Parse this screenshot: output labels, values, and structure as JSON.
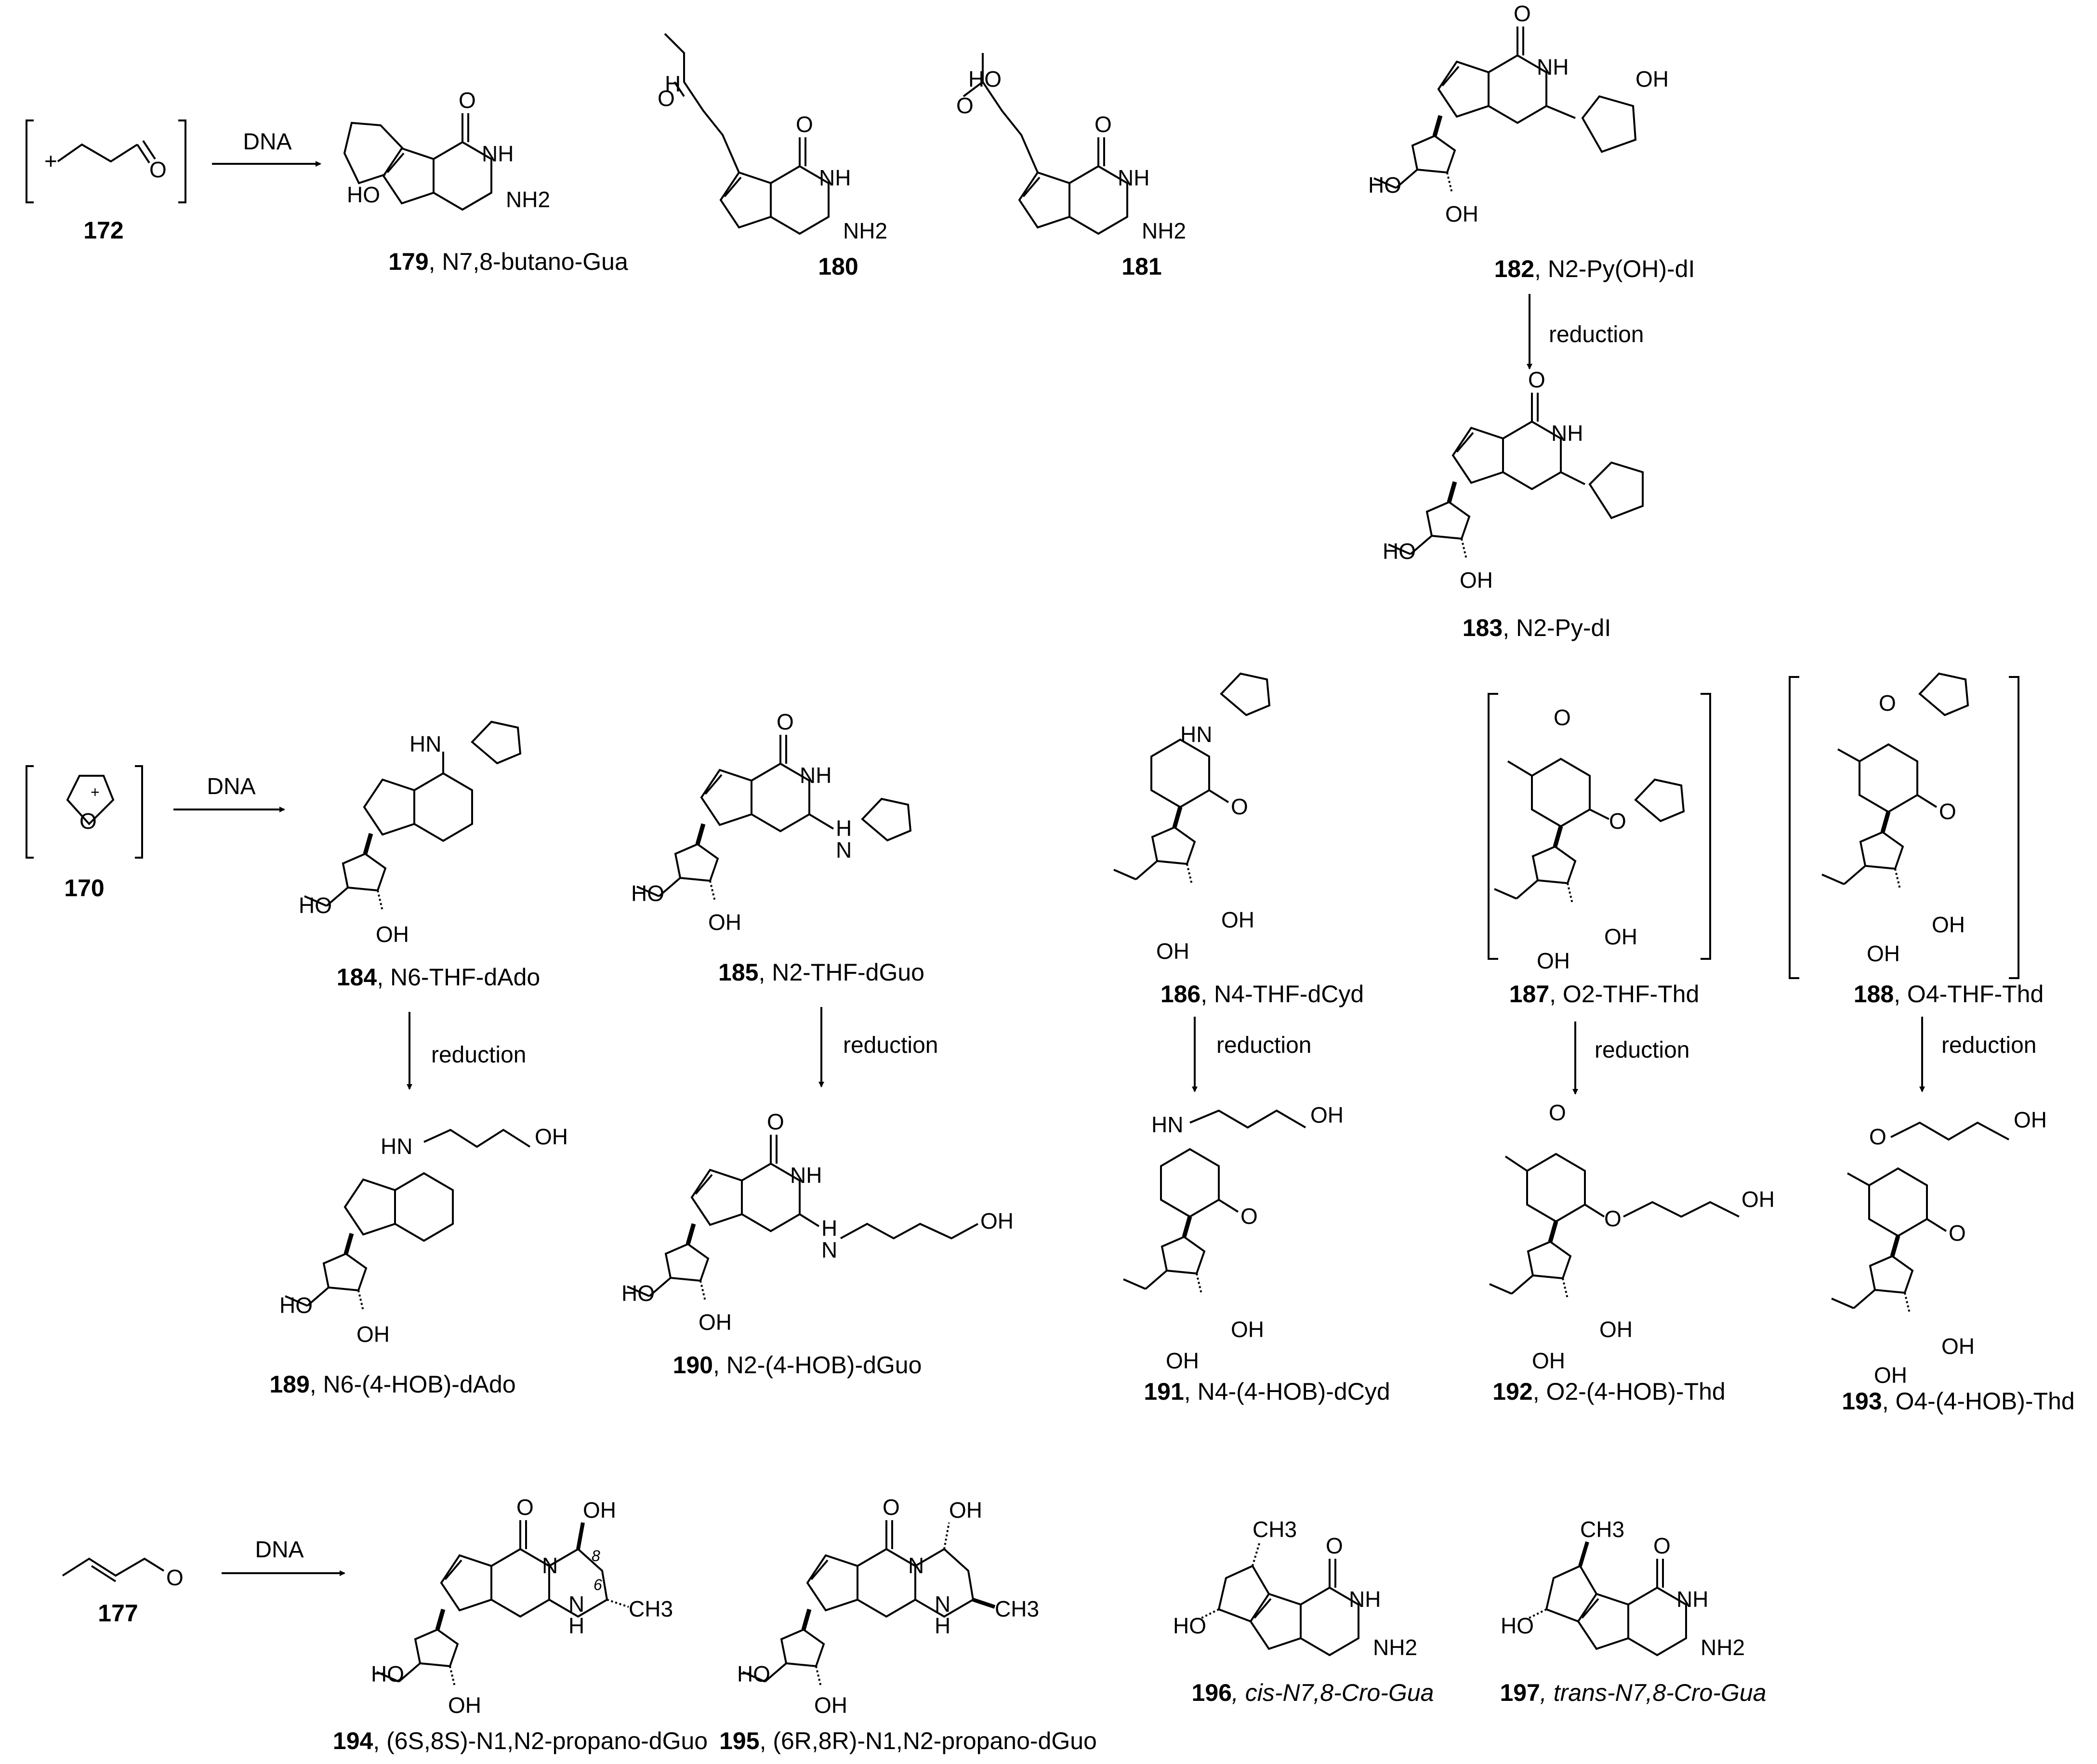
{
  "reactions": {
    "dna": "DNA",
    "reduction": "reduction"
  },
  "compounds": [
    {
      "id": "c172",
      "number": "172",
      "name": ""
    },
    {
      "id": "c179",
      "number": "179",
      "name": ", N7,8-butano-Gua"
    },
    {
      "id": "c180",
      "number": "180",
      "name": ""
    },
    {
      "id": "c181",
      "number": "181",
      "name": ""
    },
    {
      "id": "c182",
      "number": "182",
      "name": ", N2-Py(OH)-dI"
    },
    {
      "id": "c183",
      "number": "183",
      "name": ", N2-Py-dI"
    },
    {
      "id": "c170",
      "number": "170",
      "name": ""
    },
    {
      "id": "c184",
      "number": "184",
      "name": ", N6-THF-dAdo"
    },
    {
      "id": "c185",
      "number": "185",
      "name": ", N2-THF-dGuo"
    },
    {
      "id": "c186",
      "number": "186",
      "name": ", N4-THF-dCyd"
    },
    {
      "id": "c187",
      "number": "187",
      "name": ", O2-THF-Thd"
    },
    {
      "id": "c188",
      "number": "188",
      "name": ", O4-THF-Thd"
    },
    {
      "id": "c189",
      "number": "189",
      "name": ", N6-(4-HOB)-dAdo"
    },
    {
      "id": "c190",
      "number": "190",
      "name": ", N2-(4-HOB)-dGuo"
    },
    {
      "id": "c191",
      "number": "191",
      "name": ", N4-(4-HOB)-dCyd"
    },
    {
      "id": "c192",
      "number": "192",
      "name": ", O2-(4-HOB)-Thd"
    },
    {
      "id": "c193",
      "number": "193",
      "name": ", O4-(4-HOB)-Thd"
    },
    {
      "id": "c177",
      "number": "177",
      "name": ""
    },
    {
      "id": "c194",
      "number": "194",
      "name": ", (6S,8S)-N1,N2-propano-dGuo"
    },
    {
      "id": "c195",
      "number": "195",
      "name": ", (6R,8R)-N1,N2-propano-dGuo"
    },
    {
      "id": "c196",
      "number": "196",
      "name": ", cis-N7,8-Cro-Gua"
    },
    {
      "id": "c197",
      "number": "197",
      "name": ", trans-N7,8-Cro-Gua"
    }
  ],
  "atoms": {
    "O": "O",
    "N": "N",
    "NH": "NH",
    "NH2": "NH2",
    "H": "H",
    "HO": "HO",
    "OH": "OH",
    "CH3": "CH3",
    "HN": "HN",
    "plus": "+",
    "loc8": "8",
    "loc6": "6"
  }
}
